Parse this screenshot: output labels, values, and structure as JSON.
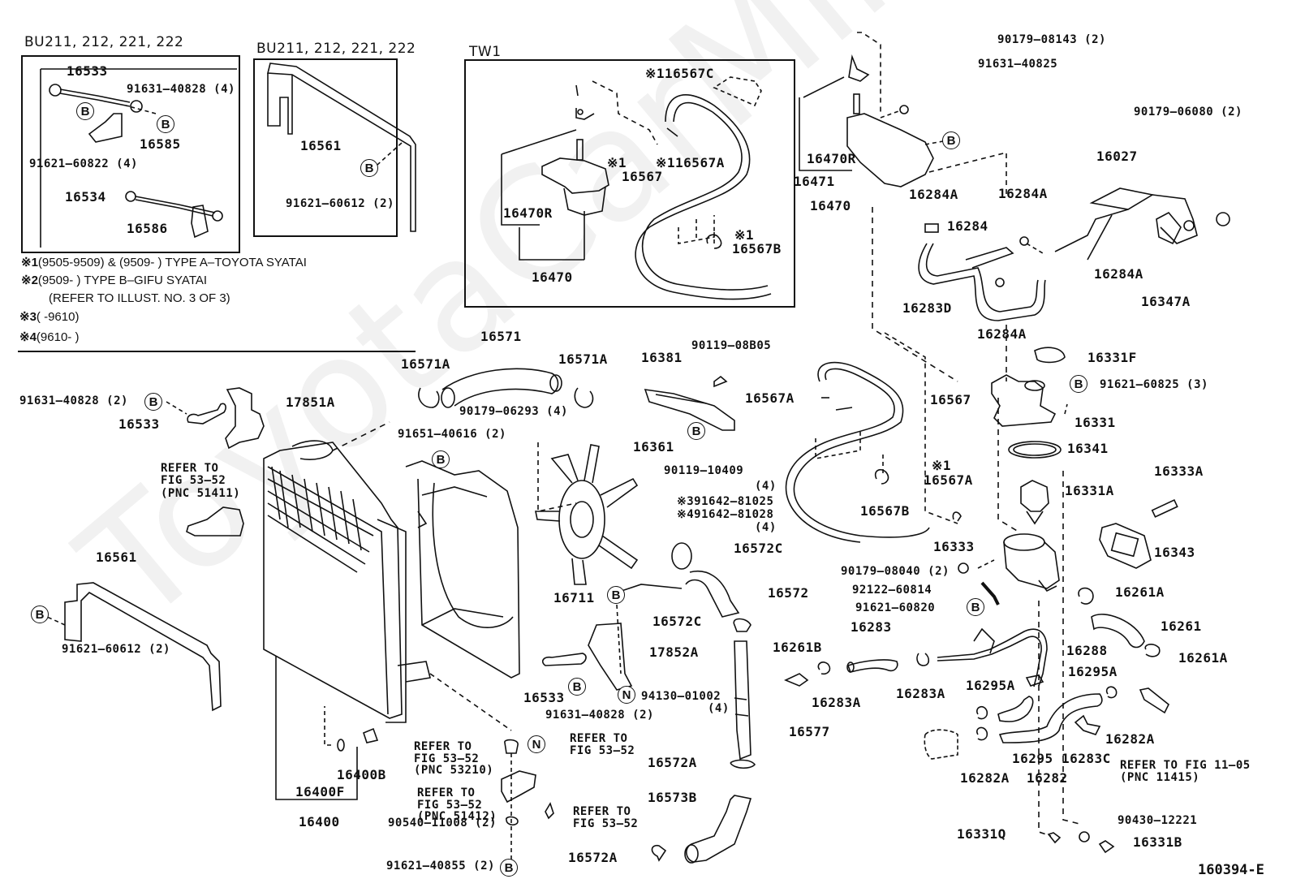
{
  "watermark": "ToyotaCarMine.ru",
  "figure_id": "160394-E",
  "insets": {
    "left_header": "BU211, 212, 221, 222",
    "middle_header": "BU211, 212, 221, 222",
    "tw_header": "TW1"
  },
  "notes": [
    {
      "mark": "※1",
      "text": "(9505-9509) & (9509-      ) TYPE A–TOYOTA SYATAI"
    },
    {
      "mark": "※2",
      "text": "(9509-      ) TYPE B–GIFU SYATAI"
    },
    {
      "mark": "",
      "text": "(REFER TO ILLUST. NO. 3 OF 3)"
    },
    {
      "mark": "※3",
      "text": "(      -9610)"
    },
    {
      "mark": "※4",
      "text": "(9610-      )"
    }
  ],
  "symbols": {
    "bolt": "B",
    "nut": "N"
  },
  "labels": {
    "l_16533a": "16533",
    "l_91631_40828_4": "91631–40828 (4)",
    "l_16585": "16585",
    "l_91621_60822_4": "91621–60822 (4)",
    "l_16534": "16534",
    "l_16586": "16586",
    "m_16561": "16561",
    "m_91621_60612_2": "91621–60612 (2)",
    "tw_16567c": "※116567C",
    "tw_16567a": "※116567A",
    "tw_mark1": "※1",
    "tw_16567": "16567",
    "tw_16470r": "16470R",
    "tw_16470": "16470",
    "tw_mark1b": "※1",
    "tw_16567b": "16567B",
    "t_90179_08143": "90179–08143 (2)",
    "t_91631_40825": "91631–40825",
    "t_90179_06080": "90179–06080 (2)",
    "t_16470r": "16470R",
    "t_16471": "16471",
    "t_16470": "16470",
    "t_16027": "16027",
    "t_16284a_1": "16284A",
    "t_16284a_2": "16284A",
    "t_16284": "16284",
    "t_16284a_3": "16284A",
    "t_16347a": "16347A",
    "t_16283d": "16283D",
    "t_16284a_4": "16284A",
    "c_16571": "16571",
    "c_16571a_l": "16571A",
    "c_16571a_r": "16571A",
    "c_16381": "16381",
    "c_90119_08b05": "90119–08B05",
    "c_16567a": "16567A",
    "c_16567": "16567",
    "c_90179_06293": "90179–06293 (4)",
    "c_91651_40616": "91651–40616 (2)",
    "c_16361": "16361",
    "c_90119_10409": "90119–10409",
    "c_mark1": "※1",
    "c_16567a2": "16567A",
    "c_16567b": "16567B",
    "c_91642_4a": "(4)",
    "c_91642_81025": "※391642–81025",
    "c_91642_81028": "※491642–81028",
    "c_91642_4b": "(4)",
    "c_16572c_1": "16572C",
    "c_16572": "16572",
    "c_16711": "16711",
    "c_16572c_2": "16572C",
    "c_17852a": "17852A",
    "c_16533": "16533",
    "c_91631_40828_2b": "91631–40828 (2)",
    "c_94130_01002": "94130–01002",
    "c_4": "(4)",
    "c_16577": "16577",
    "c_16572a_1": "16572A",
    "c_16573b": "16573B",
    "c_16572a_2": "16572A",
    "w_91631_40828_2": "91631–40828 (2)",
    "w_16533": "16533",
    "w_17851a": "17851A",
    "w_refer_51411": "REFER TO\nFIG 53–52\n(PNC 51411)",
    "w_16561": "16561",
    "w_91621_60612": "91621–60612 (2)",
    "r_16400b": "16400B",
    "r_16400f": "16400F",
    "r_16400": "16400",
    "r_refer_53210": "REFER TO\nFIG 53–52\n(PNC 53210)",
    "r_refer_51412": "REFER TO\nFIG 53–52\n(PNC 51412)",
    "r_refer_n": "REFER TO\nFIG 53–52",
    "r_refer_bolt": "REFER TO\nFIG 53–52",
    "r_90540_11008": "90540–11008 (2)",
    "r_91621_40855": "91621–40855 (2)",
    "e_16331f": "16331F",
    "e_91621_60825": "91621–60825 (3)",
    "e_16331": "16331",
    "e_16341": "16341",
    "e_16333a": "16333A",
    "e_16331a": "16331A",
    "e_16343": "16343",
    "e_16333": "16333",
    "e_90179_08040": "90179–08040 (2)",
    "e_92122_60814": "92122–60814",
    "e_91621_60820": "91621–60820",
    "e_16261a_1": "16261A",
    "e_16261": "16261",
    "e_16261a_2": "16261A",
    "e_16283": "16283",
    "e_16261b": "16261B",
    "e_16288": "16288",
    "e_16295a_1": "16295A",
    "e_16295a_2": "16295A",
    "e_16283a_1": "16283A",
    "e_16283a_2": "16283A",
    "e_16295": "16295",
    "e_16283c": "16283C",
    "e_16282a_1": "16282A",
    "e_16282a_2": "16282A",
    "e_16282": "16282",
    "e_refer_1105": "REFER TO FIG 11–05\n(PNC 11415)",
    "e_90430_12221": "90430–12221",
    "e_16331q": "16331Q",
    "e_16331b": "16331B"
  }
}
